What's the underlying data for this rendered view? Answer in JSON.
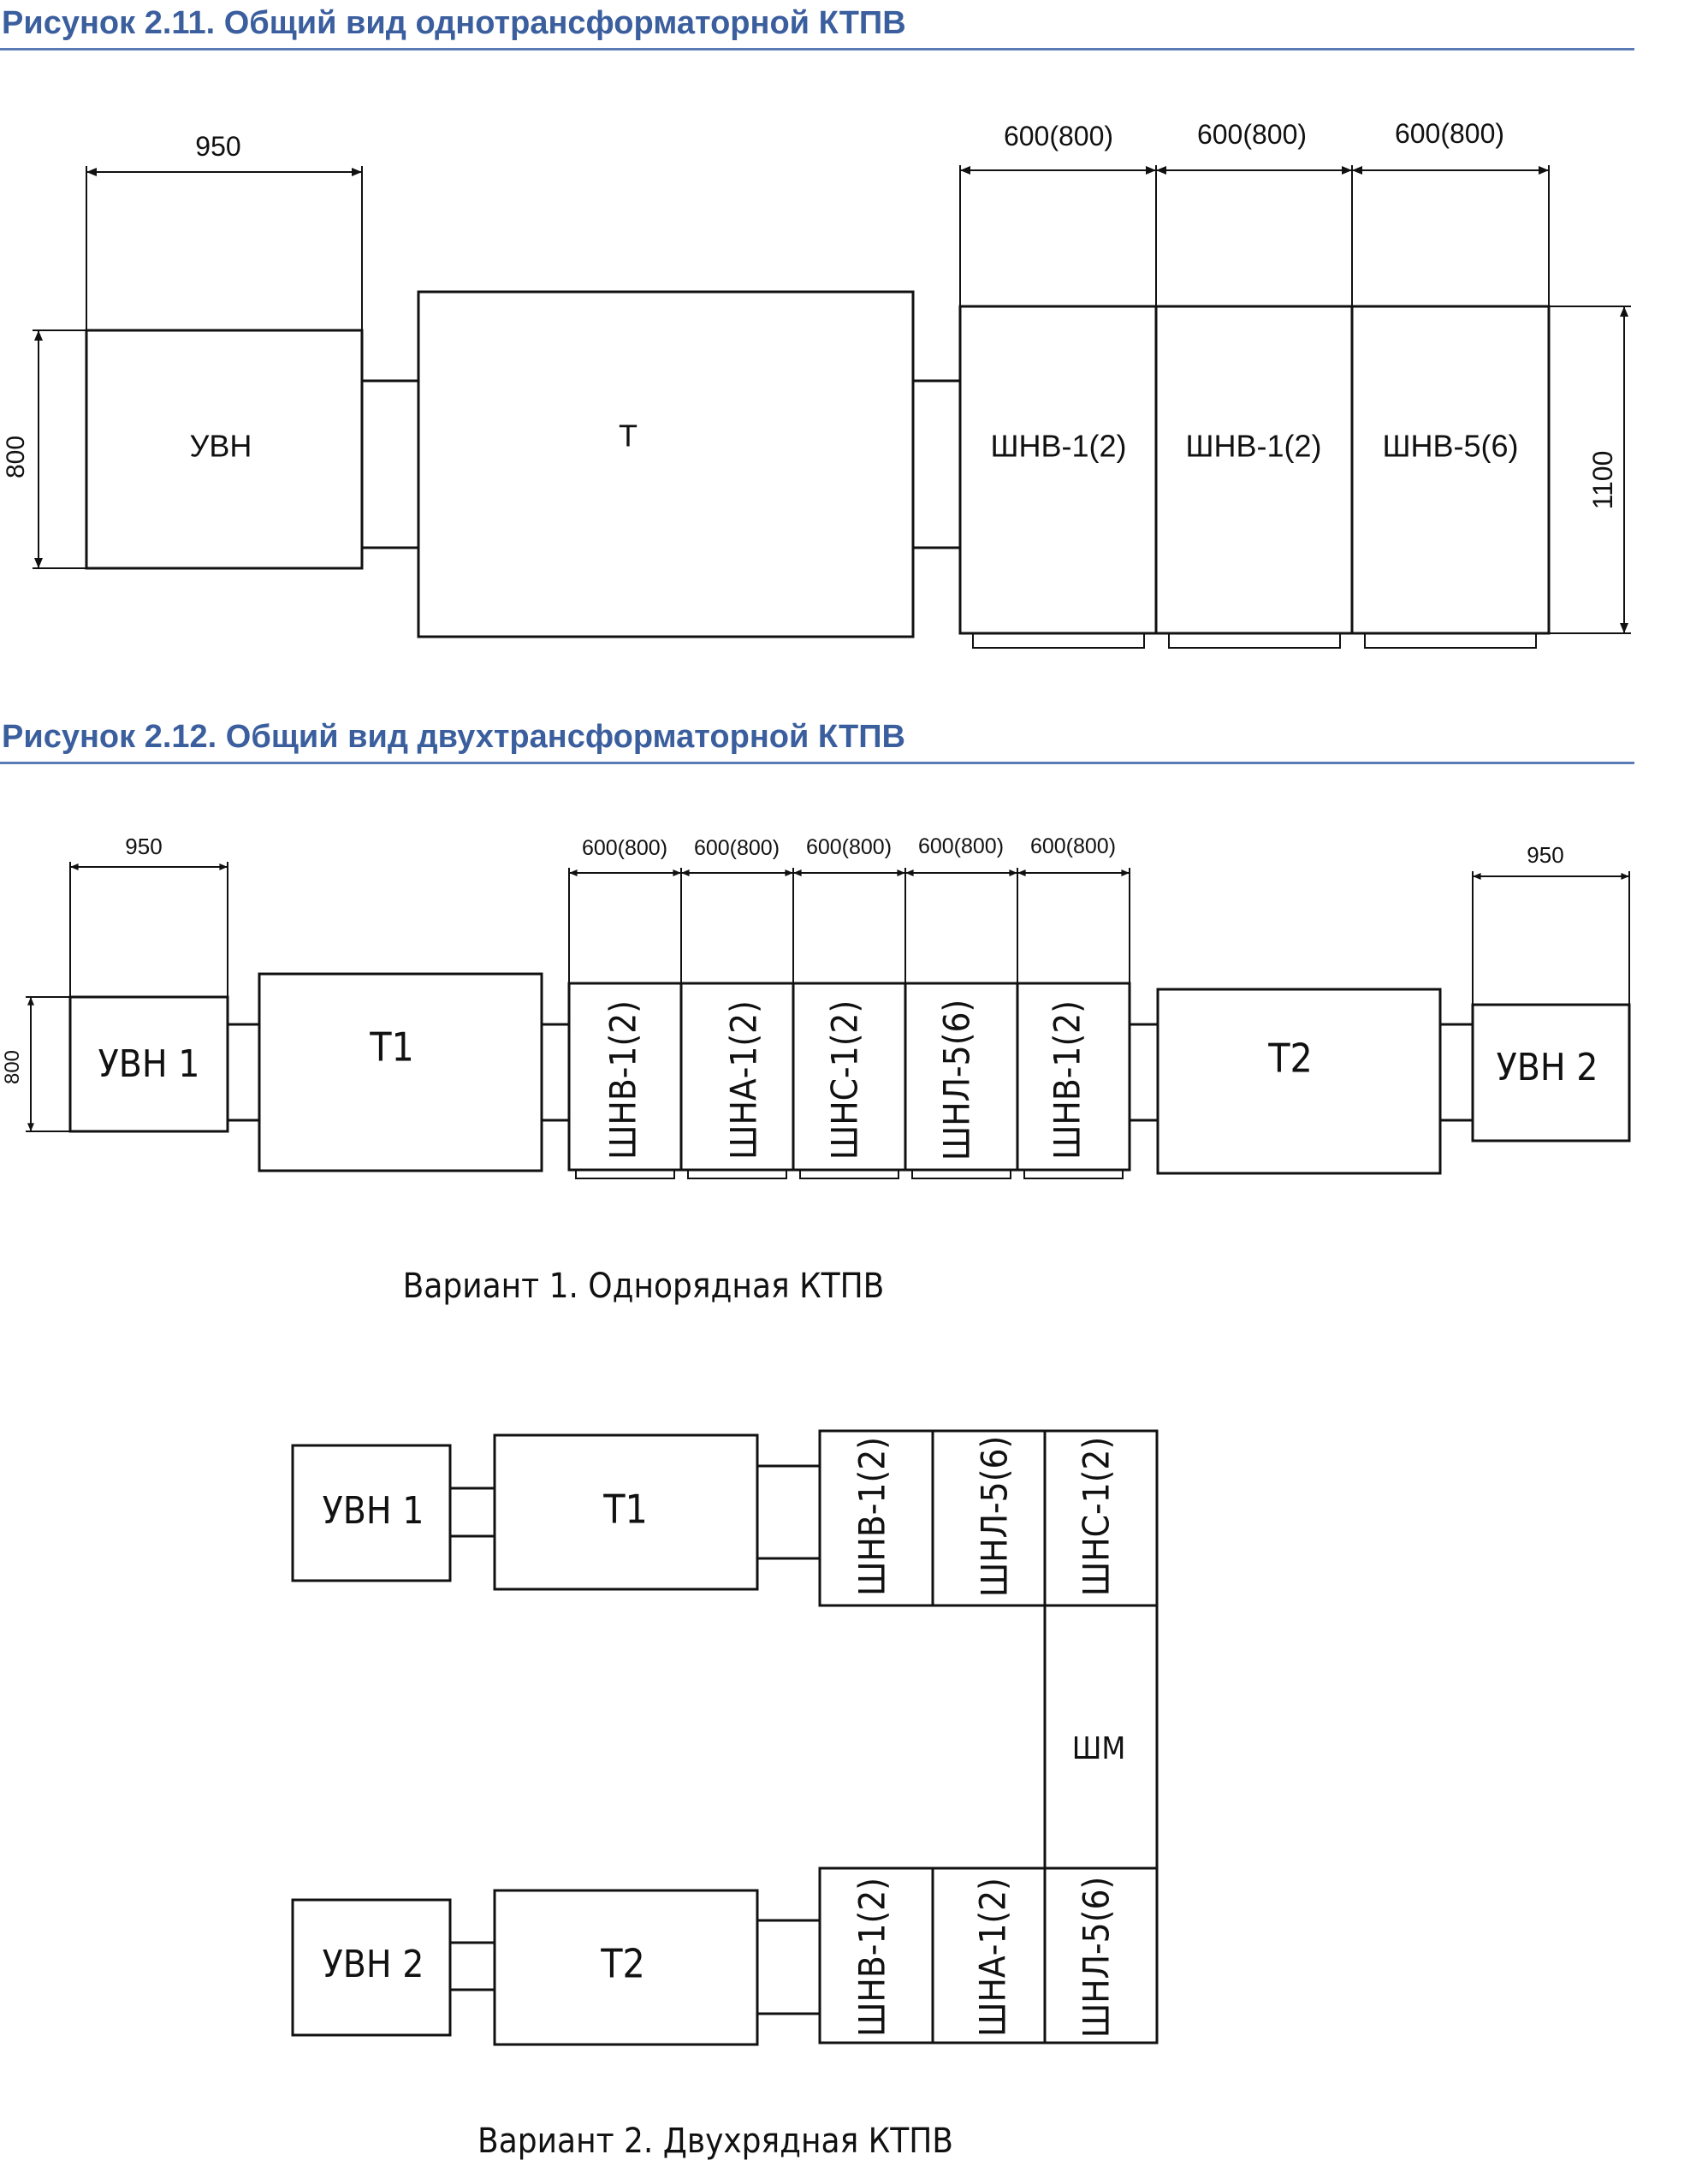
{
  "figure_1": {
    "title": "Рисунок 2.11. Общий вид однотрансформаторной КТПВ",
    "dims": {
      "uvn_width": "950",
      "uvn_height": "800",
      "cab_width": "600(800)",
      "cab_height": "1100"
    },
    "blocks": {
      "uvn": "УВН",
      "t": "Т",
      "cab1": "ШНВ-1(2)",
      "cab2": "ШНВ-1(2)",
      "cab3": "ШНВ-5(6)"
    }
  },
  "figure_2": {
    "title": "Рисунок 2.12. Общий вид двухтрансформаторной КТПВ",
    "variant_1": {
      "caption": "Вариант 1. Однорядная КТПВ",
      "dims": {
        "uvn1_width": "950",
        "uvn1_height": "800",
        "cab_width": "600(800)",
        "uvn2_width": "950"
      },
      "blocks": {
        "uvn1": "УВН 1",
        "t1": "Т1",
        "cabs": [
          "ШНВ-1(2)",
          "ШНА-1(2)",
          "ШНС-1(2)",
          "ШНЛ-5(6)",
          "ШНВ-1(2)"
        ],
        "t2": "Т2",
        "uvn2": "УВН 2"
      }
    },
    "variant_2": {
      "caption": "Вариант 2. Двухрядная КТПВ",
      "blocks": {
        "uvn1": "УВН 1",
        "t1": "Т1",
        "top_cabs": [
          "ШНВ-1(2)",
          "ШНЛ-5(6)",
          "ШНС-1(2)"
        ],
        "shm": "ШМ",
        "uvn2": "УВН 2",
        "t2": "Т2",
        "bottom_cabs": [
          "ШНВ-1(2)",
          "ШНА-1(2)",
          "ШНЛ-5(6)"
        ]
      }
    }
  }
}
